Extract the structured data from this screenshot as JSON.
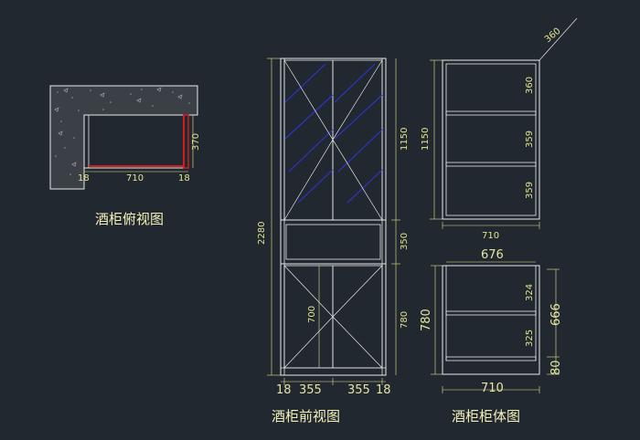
{
  "colors": {
    "background": "#212830",
    "line": "#e9e9e9",
    "dimension": "#e4e38c",
    "glass_hatch": "#2c35c8",
    "highlight_red": "#cc1f1f",
    "concrete_fill": "#3a4046"
  },
  "captions": {
    "top_view": "酒柜俯视图",
    "front_view": "酒柜前视图",
    "body_view": "酒柜柜体图"
  },
  "top_view": {
    "dims": {
      "side_left": "18",
      "width": "710",
      "side_right": "18",
      "depth": "370"
    }
  },
  "front_view": {
    "dims": {
      "total_height": "2280",
      "upper_height": "1150",
      "mid_height": "350",
      "lower_height": "780",
      "door_height": "700",
      "side_left": "18",
      "door_left": "355",
      "door_right": "355",
      "side_right": "18"
    }
  },
  "body_view": {
    "dims": {
      "depth": "360",
      "upper_height": "1150",
      "shelf_1": "360",
      "shelf_2": "359",
      "shelf_3": "359",
      "upper_width": "710",
      "inner_width": "676",
      "lower_height": "780",
      "lower_shelf_1": "324",
      "lower_shelf_2": "325",
      "inner_height": "666",
      "plinth": "80",
      "lower_width": "710"
    }
  }
}
